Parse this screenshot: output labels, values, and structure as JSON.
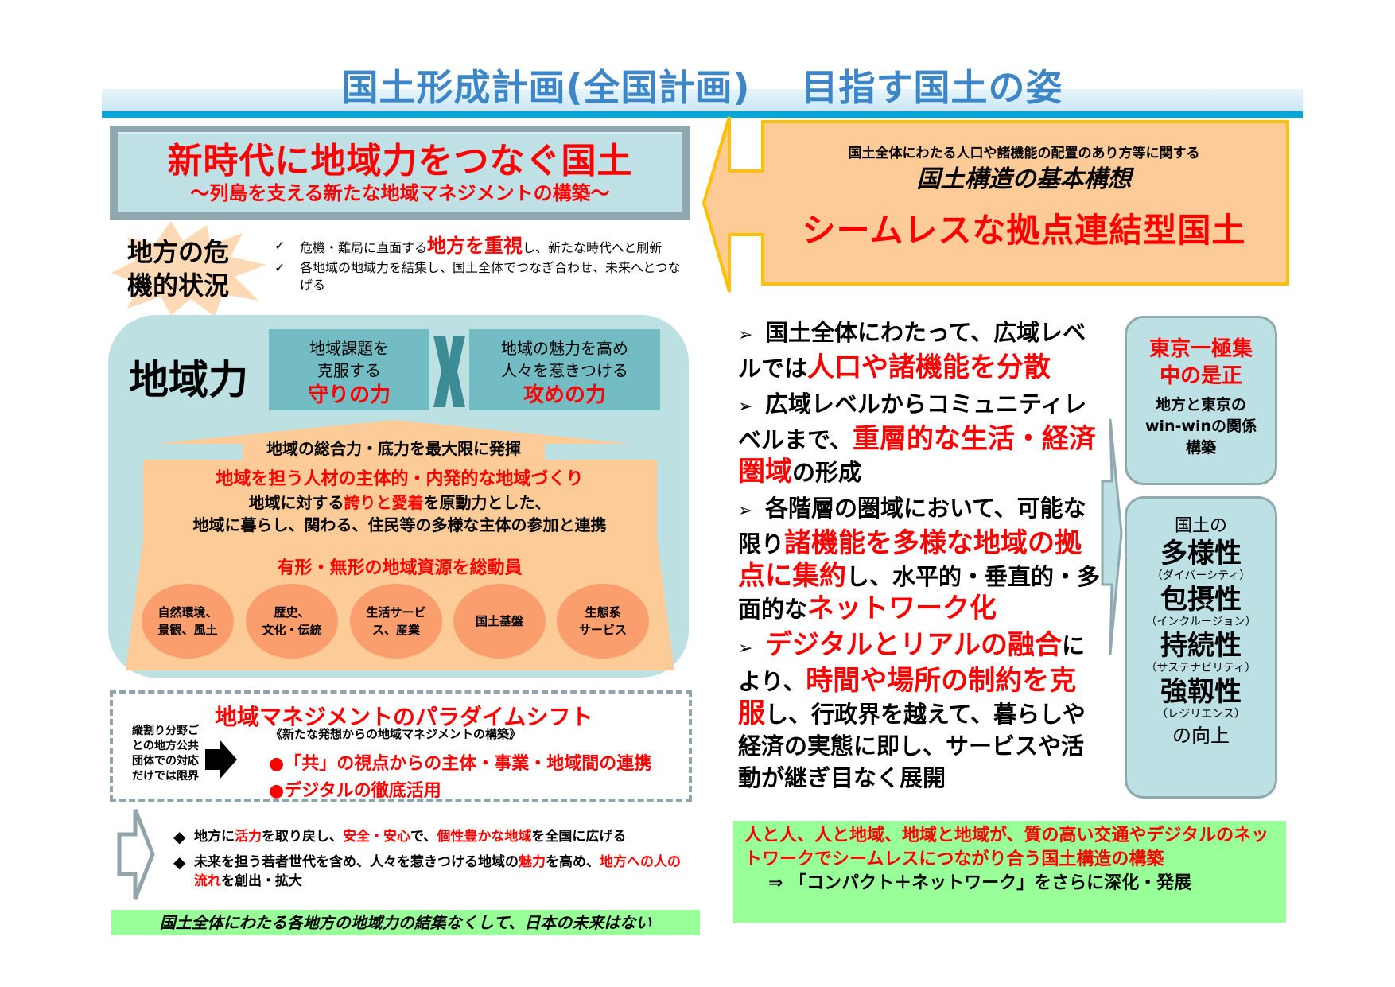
{
  "page": {
    "title": "国土形成計画(全国計画)　 目指す国土の姿"
  },
  "left": {
    "headline": {
      "main": "新時代に地域力をつなぐ国土",
      "sub": "～列島を支える新たな地域マネジメントの構築～"
    },
    "crisis": {
      "label_line1": "地方の危",
      "label_line2": "機的状況",
      "items": [
        {
          "mark": "✓",
          "pre": "危機・難局に直面する",
          "emph": "地方を重視",
          "post": "し、新たな時代へと刷新"
        },
        {
          "mark": "✓",
          "pre": "各地域の地域力を結集し、国土全体でつなぎ合わせ、未来へとつなげる",
          "emph": "",
          "post": ""
        }
      ]
    },
    "power": {
      "label": "地域力",
      "defense": {
        "line1": "地域課題を",
        "line2": "克服する",
        "emph": "守りの力"
      },
      "times": "X",
      "offense": {
        "line1": "地域の魅力を高め",
        "line2": "人々を惹きつける",
        "emph": "攻めの力"
      },
      "arrow_label": "地域の総合力・底力を最大限に発揮",
      "community": {
        "title": "地域を担う人材の主体的・内発的な地域づくり",
        "line1_pre": "地域に対する",
        "line1_emph": "誇りと愛着",
        "line1_post": "を原動力とした、",
        "line2": "地域に暮らし、関わる、住民等の多様な主体の参加と連携"
      },
      "resources_title": "有形・無形の地域資源を総動員",
      "resources": [
        "自然環境、\n景観、風土",
        "歴史、\n文化・伝統",
        "生活サービ\nス、産業",
        "国土基盤",
        "生態系\nサービス"
      ]
    },
    "paradigm": {
      "silo_text": "縦割り分野ごとの地方公共団体での対応だけでは限界",
      "title": "地域マネジメントのパラダイムシフト",
      "subtitle": "《新たな発想からの地域マネジメントの構築》",
      "bullets": [
        "●「共」の視点からの主体・事業・地域間の連携",
        "●デジタルの徹底活用"
      ]
    },
    "outcomes": [
      {
        "mark": "◆",
        "parts": [
          {
            "t": "地方に",
            "red": false
          },
          {
            "t": "活力",
            "red": true
          },
          {
            "t": "を取り戻し、",
            "red": false
          },
          {
            "t": "安全・安心",
            "red": true
          },
          {
            "t": "で、",
            "red": false
          },
          {
            "t": "個性豊かな地域",
            "red": true
          },
          {
            "t": "を全国に広げる",
            "red": false
          }
        ]
      },
      {
        "mark": "◆",
        "parts": [
          {
            "t": "未来を担う若者世代を含め、人々を惹きつける地域の",
            "red": false
          },
          {
            "t": "魅力",
            "red": true
          },
          {
            "t": "を高め、",
            "red": false
          },
          {
            "t": "地方への人の流れ",
            "red": true
          },
          {
            "t": "を創出・拡大",
            "red": false
          }
        ]
      }
    ],
    "conclusion": "国土全体にわたる各地方の地域力の結集なくして、日本の未来はない"
  },
  "right": {
    "callout": {
      "line1": "国土全体にわたる人口や諸機能の配置のあり方等に関する",
      "line2": "国土構造の基本構想",
      "line3": "シームレスな拠点連結型国土"
    },
    "bullets": [
      {
        "mark": "➢",
        "parts": [
          {
            "t": "国土全体にわたって、広域レベルでは",
            "red": false
          },
          {
            "t": "人口や諸機能を分散",
            "red": true
          }
        ]
      },
      {
        "mark": "➢",
        "parts": [
          {
            "t": "広域レベルからコミュニティレベルまで、",
            "red": false
          },
          {
            "t": "重層的な生活・経済圏域",
            "red": true
          },
          {
            "t": "の形成",
            "red": false
          }
        ]
      },
      {
        "mark": "➢",
        "parts": [
          {
            "t": "各階層の圏域において、可能な限り",
            "red": false
          },
          {
            "t": "諸機能を多様な地域の拠点に集約",
            "red": true
          },
          {
            "t": "し、水平的・垂直的・多面的な",
            "red": false
          },
          {
            "t": "ネットワーク化",
            "red": true
          }
        ]
      },
      {
        "mark": "➢",
        "parts": [
          {
            "t": "デジタルとリアルの融合",
            "red": true
          },
          {
            "t": "により、",
            "red": false
          },
          {
            "t": "時間や場所の制約を克服",
            "red": true
          },
          {
            "t": "し、行政界を越えて、暮らしや経済の実態に即し、サービスや活動が継ぎ目なく展開",
            "red": false
          }
        ]
      }
    ],
    "tokyo_box": {
      "title_line1": "東京一極集",
      "title_line2": "中の是正",
      "body_line1": "地方と東京の",
      "body_line2": "win-winの関係",
      "body_line3": "構築"
    },
    "values_box": {
      "intro": "国土の",
      "items": [
        {
          "main": "多様性",
          "sub": "（ダイバーシティ）"
        },
        {
          "main": "包摂性",
          "sub": "（インクルージョン）"
        },
        {
          "main": "持続性",
          "sub": "（サステナビリティ）"
        },
        {
          "main": "強靱性",
          "sub": "（レジリエンス）"
        }
      ],
      "outro": "の向上"
    },
    "summary": {
      "red": "人と人、人と地域、地域と地域が、質の高い交通やデジタルのネットワークでシームレスにつながり合う国土構造の構築",
      "black": "⇒ 「コンパクト＋ネットワーク」をさらに深化・発展"
    }
  },
  "colors": {
    "title_blue": "#3d87c8",
    "accent_red": "#ff0000",
    "teal_panel": "#bde0e3",
    "teal_box": "#74bcc4",
    "peach": "#fdcb98",
    "orange_circle": "#f99e6c",
    "callout_border": "#ffc000",
    "green_band": "#99ff99",
    "gray_border": "#8fa9ad"
  }
}
